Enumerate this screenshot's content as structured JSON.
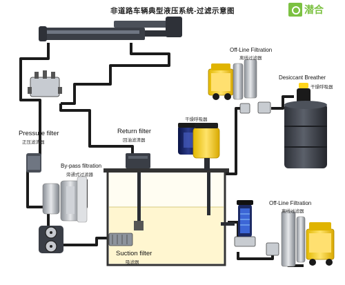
{
  "title": "非道路车辆典型液压系统-过滤示意图",
  "logo": {
    "text": "潜合"
  },
  "labels": {
    "offline_top_en": "Off-Line Filtration",
    "offline_top_cn": "离线过滤器",
    "desiccant_en": "Desiccant Breather",
    "desiccant_cn": "干燥呼吸器",
    "breather_cn": "干燥呼吸器",
    "pressure_en": "Pressure filter",
    "pressure_cn": "正压滤清器",
    "return_en": "Return filter",
    "return_cn": "回油滤清器",
    "bypass_en": "By-pass filtration",
    "bypass_cn": "旁通式过滤器",
    "offline_bottom_en": "Off-Line Filtration",
    "offline_bottom_cn": "离线过滤器",
    "suction_en": "Suction filter",
    "suction_cn": "吸滤器"
  },
  "colors": {
    "pipe": "#1b1b1b",
    "oil": "#fff6d0",
    "tank_wall": "#333333",
    "filter_yellow": "#ffd41a",
    "cylinder_blue": "#0f1f5c",
    "drum": "#3d4149",
    "logo_green": "#7cc142"
  }
}
